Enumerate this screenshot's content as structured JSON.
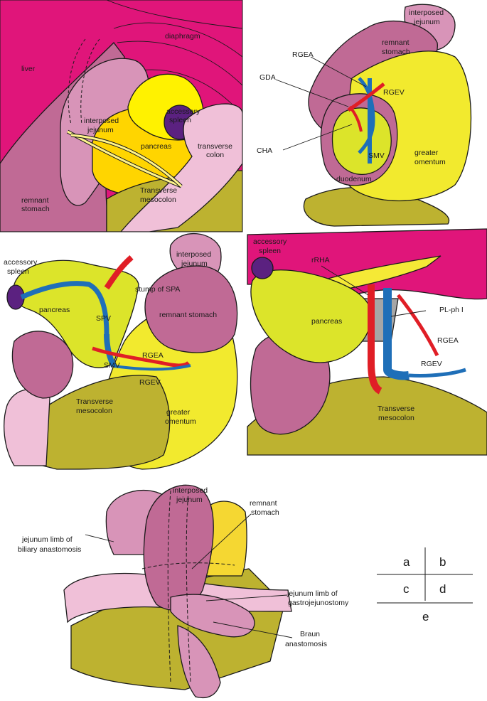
{
  "panel_a": {
    "labels": {
      "diaphragm": "diaphragm",
      "liver": "liver",
      "accessory_spleen_1": "accessory",
      "accessory_spleen_2": "spleen",
      "interposed_jejunum_1": "interposed",
      "interposed_jejunum_2": "jejunum",
      "pancreas": "pancreas",
      "transverse_colon_1": "transverse",
      "transverse_colon_2": "colon",
      "transverse_mesocolon_1": "Transverse",
      "transverse_mesocolon_2": "mesocolon",
      "remnant_stomach_1": "remnant",
      "remnant_stomach_2": "stomach"
    }
  },
  "panel_b": {
    "labels": {
      "interposed_jejunum_1": "interposed",
      "interposed_jejunum_2": "jejunum",
      "remnant_stomach_1": "remnant",
      "remnant_stomach_2": "stomach",
      "rgea": "RGEA",
      "gda": "GDA",
      "rgev": "RGEV",
      "cha": "CHA",
      "smv": "SMV",
      "greater_omentum_1": "greater",
      "greater_omentum_2": "omentum",
      "duodenum": "duodenum"
    }
  },
  "panel_c": {
    "labels": {
      "accessory_spleen_1": "accessory",
      "accessory_spleen_2": "spleen",
      "interposed_jejunum_1": "interposed",
      "interposed_jejunum_2": "jejunum",
      "stump_of_spa": "stump of SPA",
      "pancreas": "pancreas",
      "spv": "SPV",
      "remnant_stomach": "remnant stomach",
      "rgea": "RGEA",
      "smv": "SMV",
      "rgev": "RGEV",
      "transverse_mesocolon_1": "Transverse",
      "transverse_mesocolon_2": "mesocolon",
      "greater_omentum_1": "greater",
      "greater_omentum_2": "omentum"
    }
  },
  "panel_d": {
    "labels": {
      "accessory_spleen_1": "accessory",
      "accessory_spleen_2": "spleen",
      "rrha": "rRHA",
      "pl_ph_i": "PL-ph I",
      "pancreas": "pancreas",
      "rgea": "RGEA",
      "rgev": "RGEV",
      "transverse_mesocolon_1": "Transverse",
      "transverse_mesocolon_2": "mesocolon"
    }
  },
  "panel_e": {
    "labels": {
      "interposed_jejunum_1": "interposed",
      "interposed_jejunum_2": "jejunum",
      "remnant_stomach_1": "remnant",
      "remnant_stomach_2": "stomach",
      "biliary_limb_1": "jejunum limb of",
      "biliary_limb_2": "biliary anastomosis",
      "gastro_limb_1": "jejunum limb of",
      "gastro_limb_2": "gastrojejunostomy",
      "braun_1": "Braun",
      "braun_2": "anastomosis"
    }
  },
  "legend": {
    "a": "a",
    "b": "b",
    "c": "c",
    "d": "d",
    "e": "e"
  },
  "colors": {
    "liver_magenta": "#E0157A",
    "stomach_mauve": "#C06A95",
    "jejunum_pink": "#D894B8",
    "pancreas_yellow": "#F5E936",
    "omentum_yellow": "#F2EA2E",
    "mesocolon_olive": "#BDB230",
    "colon_pink": "#F0C0D8",
    "spleen_purple": "#5B2180",
    "artery_red": "#E01E26",
    "vein_blue": "#1F6FB8",
    "plexus_gray": "#A6A6A6"
  }
}
